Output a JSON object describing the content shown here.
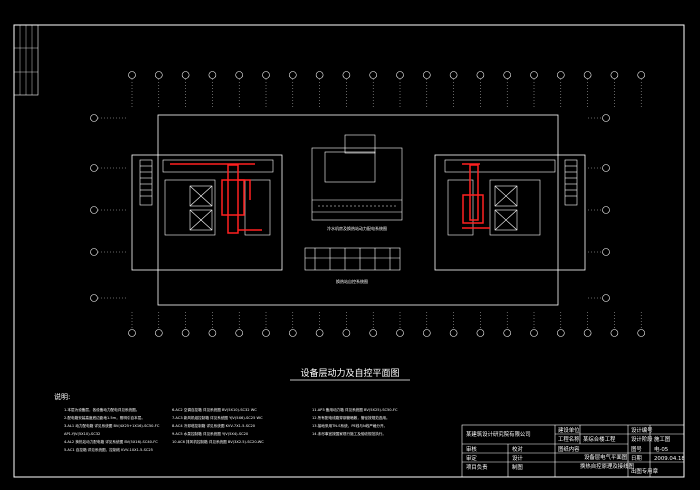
{
  "drawing": {
    "title": "设备层动力及自控平面图",
    "notes_heading": "说明:",
    "inner_plan_1_label": "冷水机房及换热站动力配电系统图",
    "inner_plan_2_label": "换热站自控系统图"
  },
  "notes": {
    "col1": [
      "1.本层为设备层，各设备动力配电详见系统图。",
      "2.配电箱安装高度底边距地1.5m，照明引自本层。",
      "3.AL1  动力配电箱  详见系统图  BV(4X25+1X16)-SC50-FC",
      "   AP1-YJV(5X10)-SC32",
      "4.AL2  换热站动力配电箱  详见系统图  BV(5X16)-SC40-FC",
      "5.AC1  自控箱  详见系统图，控制线  KVV-10X1.5-SC25"
    ],
    "col2": [
      "6.AC2  空调自控箱  详见系统图  BV(5X10)-SC32  WC",
      "7.AC3  新风机组控制箱  详见系统图  YJV(5X6)-SC25  WC",
      "8.AC4  冷却塔控制箱  详见系统图  KVV-7X1.5-SC20",
      "9.AC5  水泵控制箱  详见系统图  YJV(5X4)-SC20",
      "10.AC6  排风机控制箱  详见系统图  BV(3X2.5)-SC20-WC"
    ],
    "col3": [
      "11.AP3  备用动力箱  详见系统图  BV(5X25)-SC50-FC",
      "12.所有配电线路穿钢管暗敷，管径按规范选用。",
      "13.接地采用TN-S系统，PE线与N线严格分开。",
      "14.未尽事宜按国家现行施工及验收规范执行。"
    ]
  },
  "title_block": {
    "client_label": "建设单位",
    "project_label": "工程名称",
    "project_value": "某综合楼工程",
    "drawing_name_label": "图纸内容",
    "drawing_name_1": "设备层电气平面图",
    "drawing_name_2": "换热自控原理及接线图",
    "design_no_label": "设计编号",
    "stage_label": "设计阶段",
    "stage_value": "施工图",
    "sheet_no_label": "图号",
    "sheet_no_value": "电-05",
    "date_label": "日期",
    "date_value": "2009.04.18",
    "review_label": "审核",
    "approve_label": "审定",
    "check_label": "校对",
    "design_label": "设计",
    "draw_label": "制图",
    "chief_label": "项目负责",
    "company_label": "某建筑设计研究院有限公司",
    "stamp_label": "出图专用章"
  },
  "colors": {
    "line": "#ffffff",
    "accent": "#ff2020"
  }
}
